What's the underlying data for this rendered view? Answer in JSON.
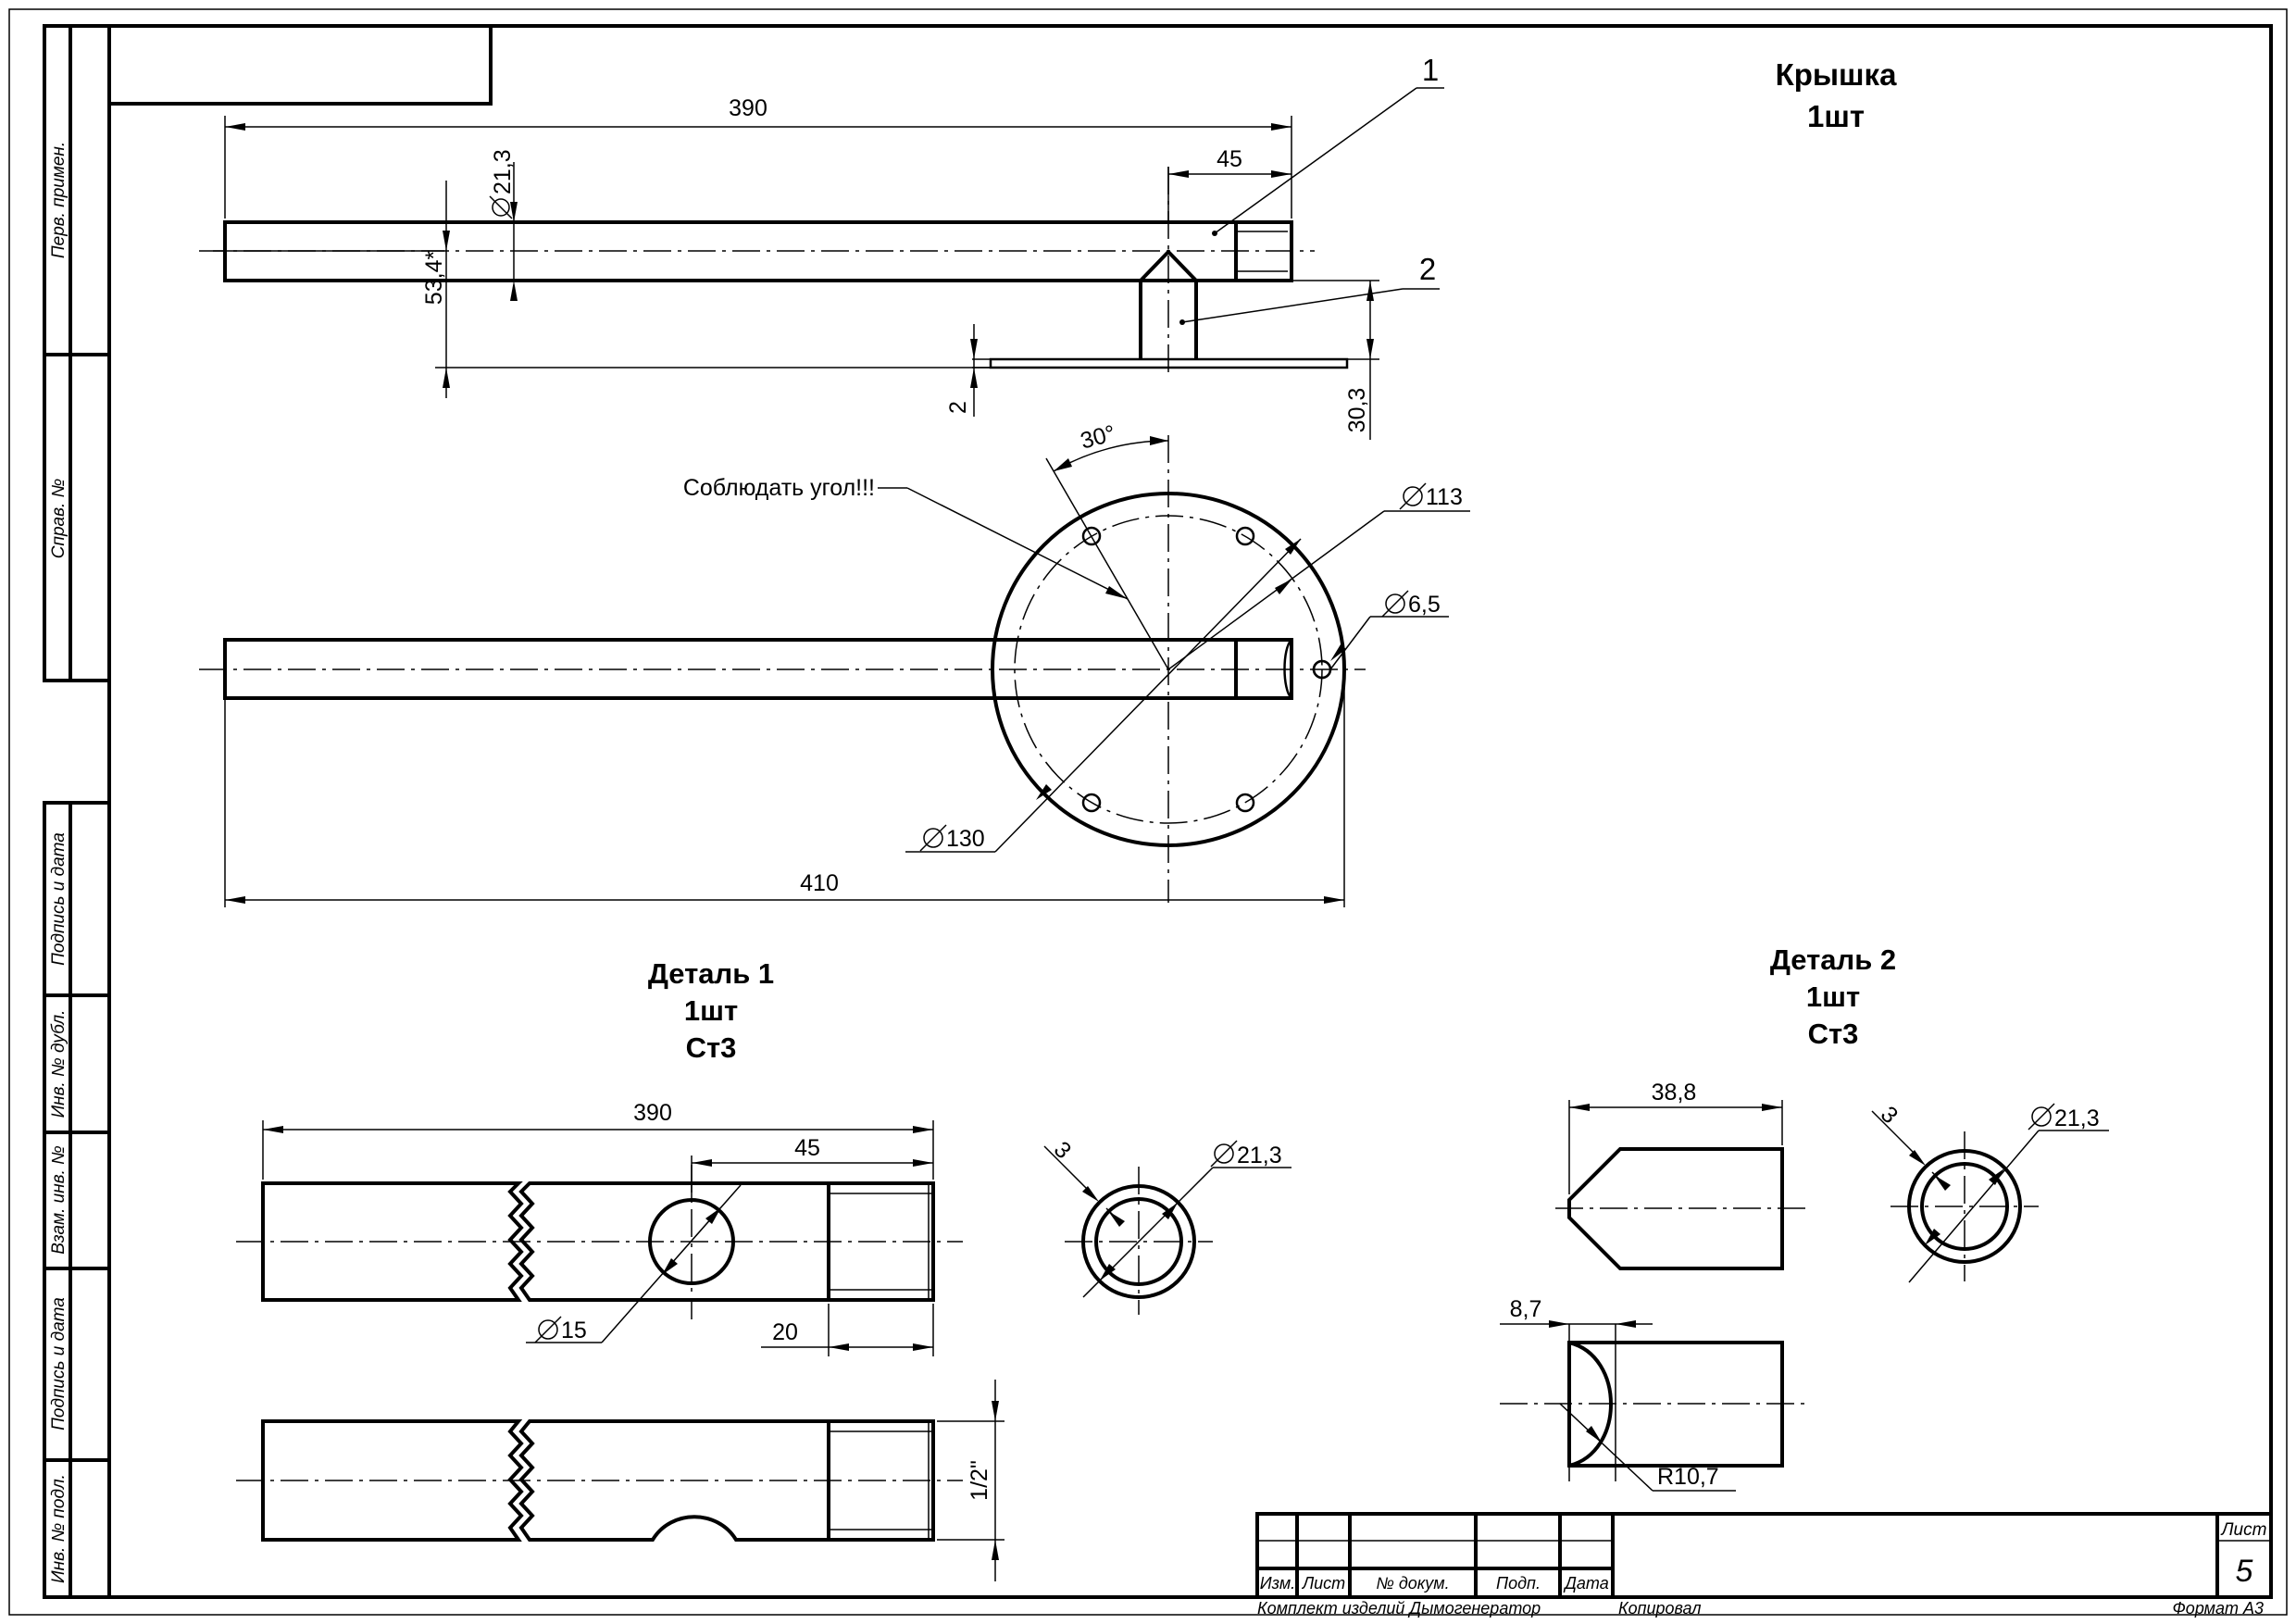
{
  "sidebar": {
    "perv_primen": "Перв. примен.",
    "sprav_no": "Справ. №",
    "podpis_data_1": "Подпись и дата",
    "inv_no_dubl": "Инв. № дубл.",
    "vzam_inv_no": "Взам. инв. №",
    "podpis_data_2": "Подпись и дата",
    "inv_no_podl": "Инв. № подл."
  },
  "assembly": {
    "title": "Крышка",
    "qty": "1шт",
    "callouts": [
      "1",
      "2"
    ],
    "dims": {
      "len_390": "390",
      "len_45": "45",
      "dia_21_3": "21,3",
      "h_53_4": "53,4*",
      "plate_2": "2",
      "h_30_3": "30,3",
      "angle_30": "30°",
      "note_angle": "Соблюдать угол!!!",
      "dia_113": "113",
      "dia_6_5": "6,5",
      "dia_130": "130",
      "len_410": "410"
    }
  },
  "detail1": {
    "title": "Деталь 1",
    "qty": "1шт",
    "material": "Ст3",
    "dims": {
      "len_390": "390",
      "len_45": "45",
      "dia_15": "15",
      "len_20": "20",
      "thread": "1/2\"",
      "wall_3": "3",
      "dia_21_3": "21,3"
    }
  },
  "detail2": {
    "title": "Деталь 2",
    "qty": "1шт",
    "material": "Ст3",
    "dims": {
      "len_38_8": "38,8",
      "wall_3": "3",
      "dia_21_3": "21,3",
      "len_8_7": "8,7",
      "radius": "R10,7"
    }
  },
  "title_block": {
    "col_izm": "Изм.",
    "col_list": "Лист",
    "col_doc": "№ докум.",
    "col_podp": "Подп.",
    "col_date": "Дата",
    "list_label": "Лист",
    "sheet_number": "5",
    "product": "Комплект изделий Дымогенератор",
    "copied": "Копировал",
    "format": "Формат А3"
  }
}
